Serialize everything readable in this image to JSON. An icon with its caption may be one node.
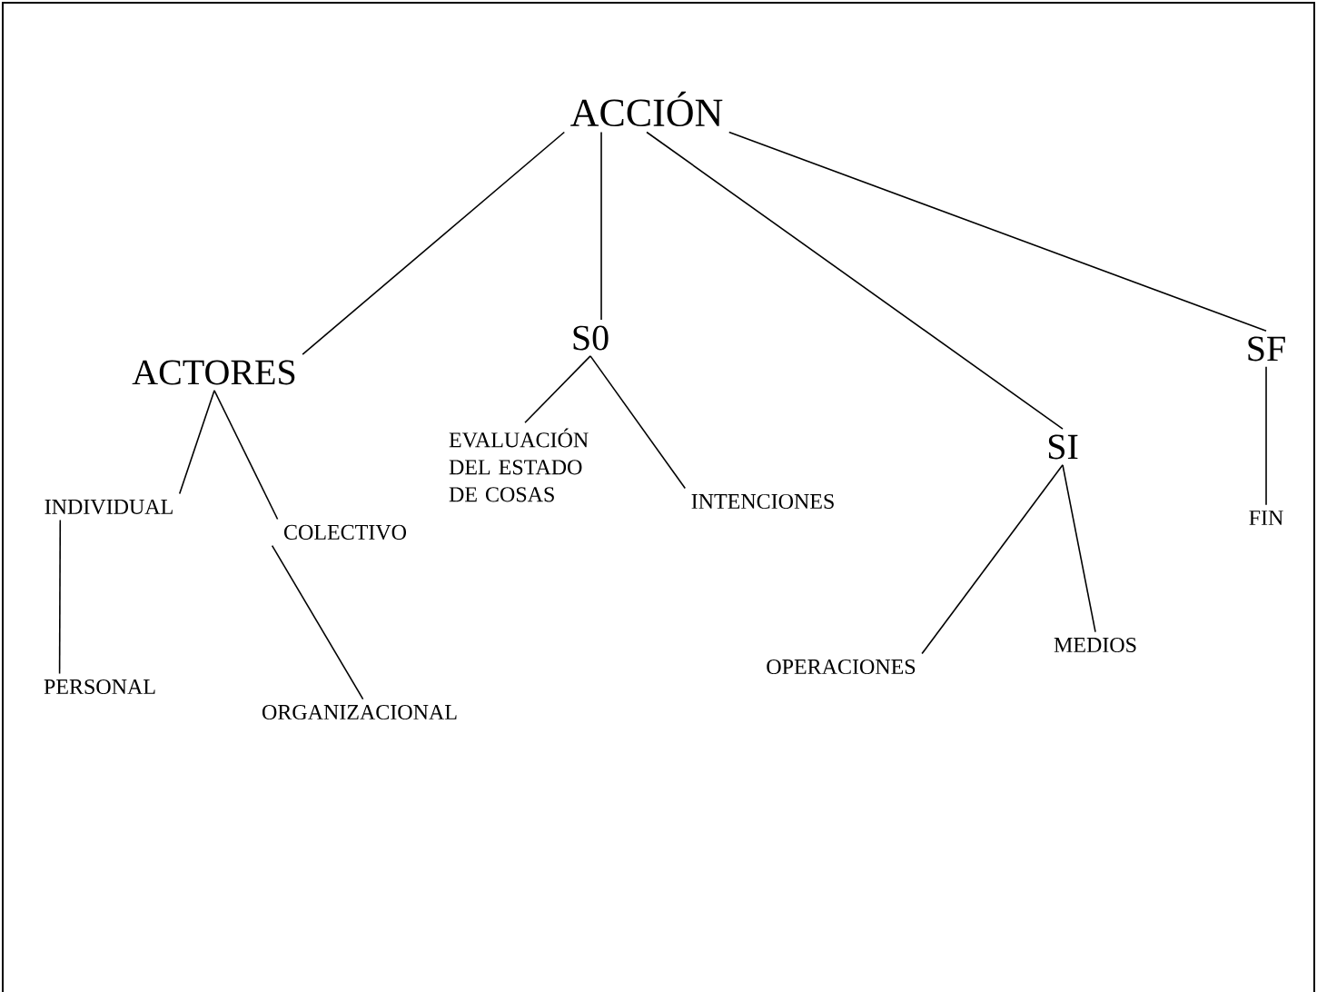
{
  "diagram": {
    "nodes": [
      {
        "text": [
          "ACCIÓN"
        ]
      },
      {
        "text": [
          "ACTORES"
        ]
      },
      {
        "text": [
          "S0"
        ]
      },
      {
        "text": [
          "SI"
        ]
      },
      {
        "text": [
          "SF"
        ]
      },
      {
        "text": [
          "EVALUACIÓN DEL ESTADO DE COSAS"
        ]
      },
      {
        "text": [
          "INTENCIONES"
        ]
      },
      {
        "text": [
          "INDIVIDUAL"
        ]
      },
      {
        "text": [
          "COLECTIVO"
        ]
      },
      {
        "text": [
          "PERSONAL"
        ]
      },
      {
        "text": [
          "ORGANIZACIONAL"
        ]
      },
      {
        "text": [
          "OPERACIONES"
        ]
      },
      {
        "text": [
          "MEDIOS"
        ]
      },
      {
        "text": [
          "FIN"
        ]
      }
    ],
    "edges": [
      {
        "from": 0,
        "to": 1,
        "arrow": "none"
      },
      {
        "from": 0,
        "to": 2,
        "arrow": "none"
      },
      {
        "from": 0,
        "to": 3,
        "arrow": "none"
      },
      {
        "from": 0,
        "to": 4,
        "arrow": "none"
      },
      {
        "from": 1,
        "to": 7,
        "arrow": "none"
      },
      {
        "from": 1,
        "to": 8,
        "arrow": "none"
      },
      {
        "from": 2,
        "to": 5,
        "arrow": "none"
      },
      {
        "from": 2,
        "to": 6,
        "arrow": "none"
      },
      {
        "from": 3,
        "to": 11,
        "arrow": "none"
      },
      {
        "from": 3,
        "to": 12,
        "arrow": "none"
      },
      {
        "from": 4,
        "to": 13,
        "arrow": "none"
      },
      {
        "from": 7,
        "to": 9,
        "arrow": "none"
      },
      {
        "from": 8,
        "to": 10,
        "arrow": "none"
      }
    ]
  }
}
